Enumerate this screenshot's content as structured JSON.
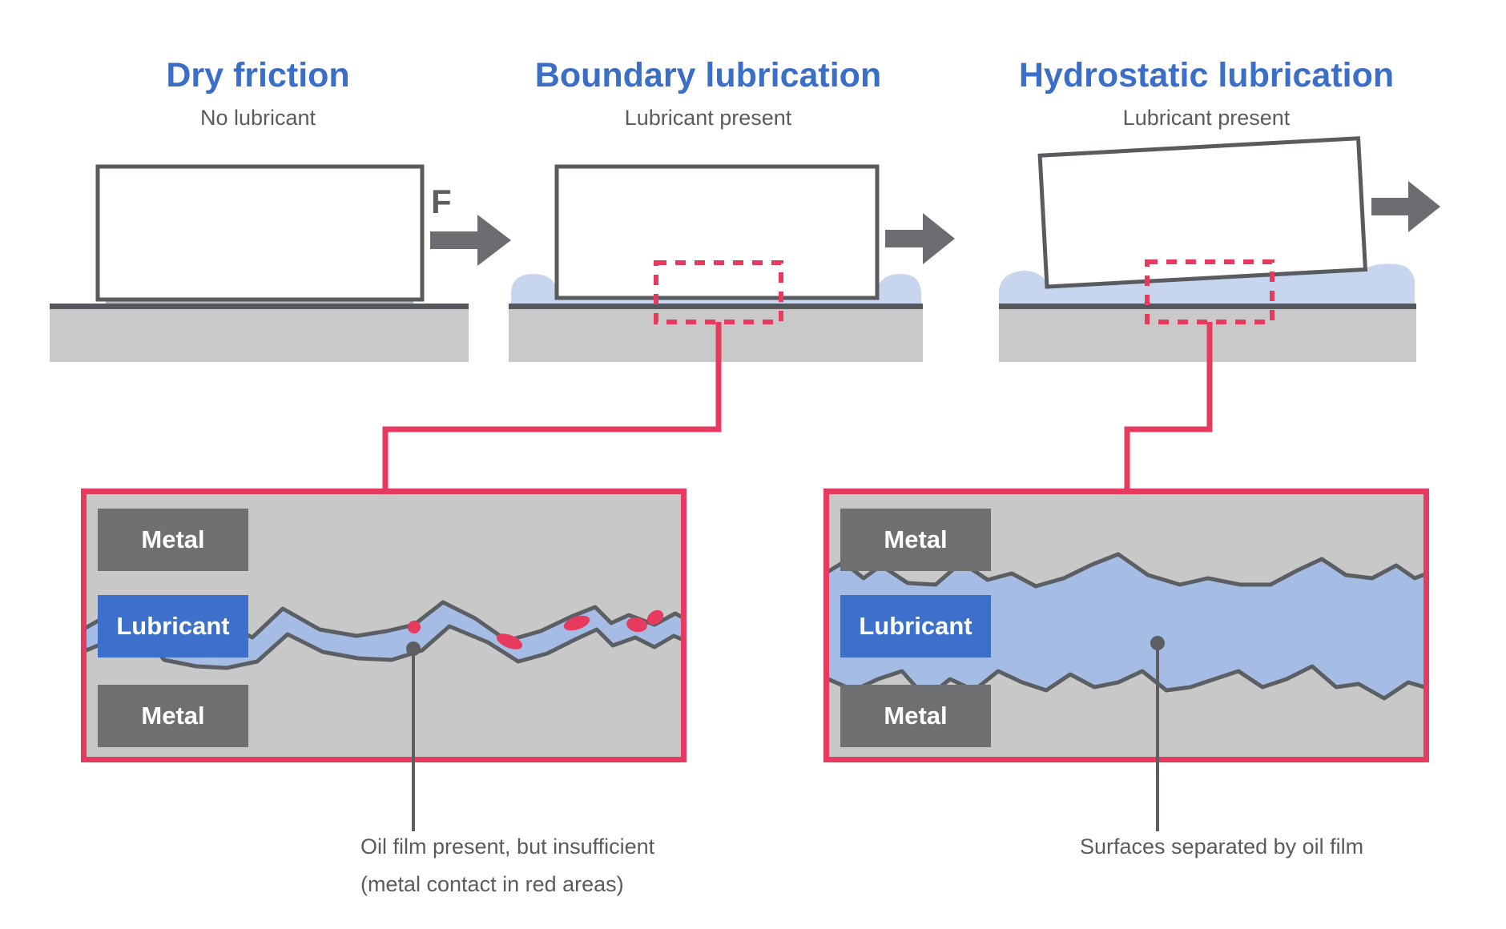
{
  "columns": [
    {
      "title": "Dry friction",
      "subtitle": "No lubricant"
    },
    {
      "title": "Boundary lubrication",
      "subtitle": "Lubricant present"
    },
    {
      "title": "Hydrostatic lubrication",
      "subtitle": "Lubricant present"
    }
  ],
  "force_label": "F",
  "panels": [
    {
      "labels": [
        "Metal",
        "Lubricant",
        "Metal"
      ],
      "annotation_lines": [
        "Oil film present, but insufficient",
        "(metal contact in red areas)"
      ]
    },
    {
      "labels": [
        "Metal",
        "Lubricant",
        "Metal"
      ],
      "annotation_lines": [
        "Surfaces separated by oil film"
      ]
    }
  ],
  "colors": {
    "title_blue": "#3b6ec7",
    "accent_red": "#e73a5f",
    "lubricant_label_blue": "#3c70ca",
    "lubricant_film_blue": "#a5bde5",
    "lubricant_puddle_blue": "#c8d5ef",
    "metal_label_gray": "#6e7071",
    "ground_fill_gray": "#c9c9c9",
    "surface_line_gray": "#54575b",
    "block_border_gray": "#595b5e",
    "arrow_gray": "#6b6d70",
    "text_gray": "#5a5b5d"
  }
}
